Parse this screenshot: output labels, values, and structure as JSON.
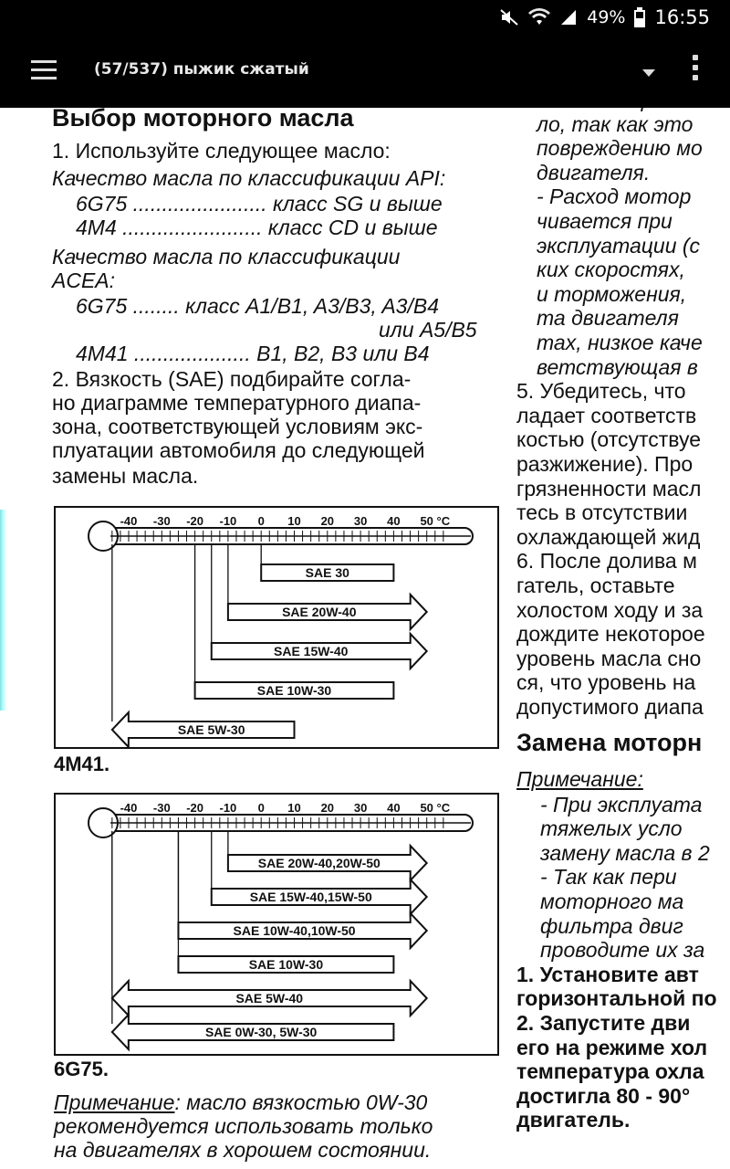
{
  "status_bar": {
    "battery": "49%",
    "time": "16:55"
  },
  "app_bar": {
    "title": "(57/537) пыжик сжатый"
  },
  "left": {
    "heading": "Выбор моторного масла",
    "item1": "1. Используйте следующее масло:",
    "api_title": "Качество масла по классификации API:",
    "api_6g75": "6G75 ....................... класс SG и выше",
    "api_4m4": "4M4 ........................ класс CD и выше",
    "acea_title1": "Качество масла по классификации",
    "acea_title2": "ACEA:",
    "acea_6g75": "6G75 ........ класс A1/B1, A3/B3, A3/B4",
    "acea_6g75b": "или A5/B5",
    "acea_4m41": "4M41 .................... B1, B2, B3 или B4",
    "p2_1": "2. Вязкость (SAE) подбирайте согла-",
    "p2_2": "но диаграмме температурного диапа-",
    "p2_3": "зона, соответствующей условиям экс-",
    "p2_4": "плуатации автомобиля до следующей",
    "p2_5": "замены масла.",
    "label_4m41": "4M41.",
    "label_6g75": "6G75.",
    "note1_label": "Примечание",
    "note1_rest": ": масло вязкостью 0W-30",
    "note2": "рекомендуется использовать только",
    "note3": "на двигателях в хорошем состоянии."
  },
  "diagram_common": {
    "scale": [
      "-40",
      "-30",
      "-20",
      "-10",
      "0",
      "10",
      "20",
      "30",
      "40",
      "50",
      "°C"
    ]
  },
  "diagram_4m41": {
    "bars": [
      {
        "label": "SAE 30",
        "from": 0,
        "to": 40,
        "arrow_left": false,
        "arrow_right": false
      },
      {
        "label": "SAE 20W-40",
        "from": -10,
        "to": 50,
        "arrow_left": false,
        "arrow_right": true
      },
      {
        "label": "SAE 15W-40",
        "from": -15,
        "to": 50,
        "arrow_left": false,
        "arrow_right": true
      },
      {
        "label": "SAE 10W-30",
        "from": -20,
        "to": 40,
        "arrow_left": false,
        "arrow_right": false
      },
      {
        "label": "SAE 5W-30",
        "from": -45,
        "to": 10,
        "arrow_left": true,
        "arrow_right": false
      }
    ]
  },
  "diagram_6g75": {
    "bars": [
      {
        "label": "SAE 20W-40,20W-50",
        "from": -10,
        "to": 50,
        "arrow_left": false,
        "arrow_right": true
      },
      {
        "label": "SAE 15W-40,15W-50",
        "from": -15,
        "to": 50,
        "arrow_left": false,
        "arrow_right": true
      },
      {
        "label": "SAE 10W-40,10W-50",
        "from": -25,
        "to": 50,
        "arrow_left": false,
        "arrow_right": true
      },
      {
        "label": "SAE 10W-30",
        "from": -25,
        "to": 40,
        "arrow_left": false,
        "arrow_right": false
      },
      {
        "label": "SAE 5W-40",
        "from": -45,
        "to": 50,
        "arrow_left": true,
        "arrow_right": true
      },
      {
        "label": "SAE 0W-30, 5W-30",
        "from": -45,
        "to": 40,
        "arrow_left": true,
        "arrow_right": false
      }
    ]
  },
  "right": {
    "lines": [
      "кие-либо присадо",
      "ло, так как это",
      "повреждению мо",
      "двигателя.",
      "- Расход мотор",
      "чивается при",
      "эксплуатации (с",
      "ких скоростях,",
      "и торможения,",
      "та двигателя",
      "тах, низкое каче",
      "ветствующая в",
      "5. Убедитесь, что",
      "ладает соответств",
      "костью (отсутствуе",
      "разжижение). Про",
      "грязненности масл",
      "тесь в отсутствии",
      "охлаждающей жид",
      "6. После долива м",
      "гатель, оставьте",
      "холостом ходу и за",
      "дождите некоторое",
      "уровень масла сно",
      "ся, что уровень на",
      "допустимого диапа"
    ],
    "heading2": "Замена моторн",
    "note_label": "Примечание:",
    "lines2": [
      "- При эксплуата",
      "тяжелых усло",
      "замену масла в 2",
      "- Так как пери",
      "моторного ма",
      "фильтра двиг",
      "проводите их за",
      "1. Установите авт",
      "горизонтальной по",
      "2. Запустите дви",
      "его на режиме хол",
      "температура охла",
      "достигла 80 - 90°",
      "двигатель."
    ]
  }
}
